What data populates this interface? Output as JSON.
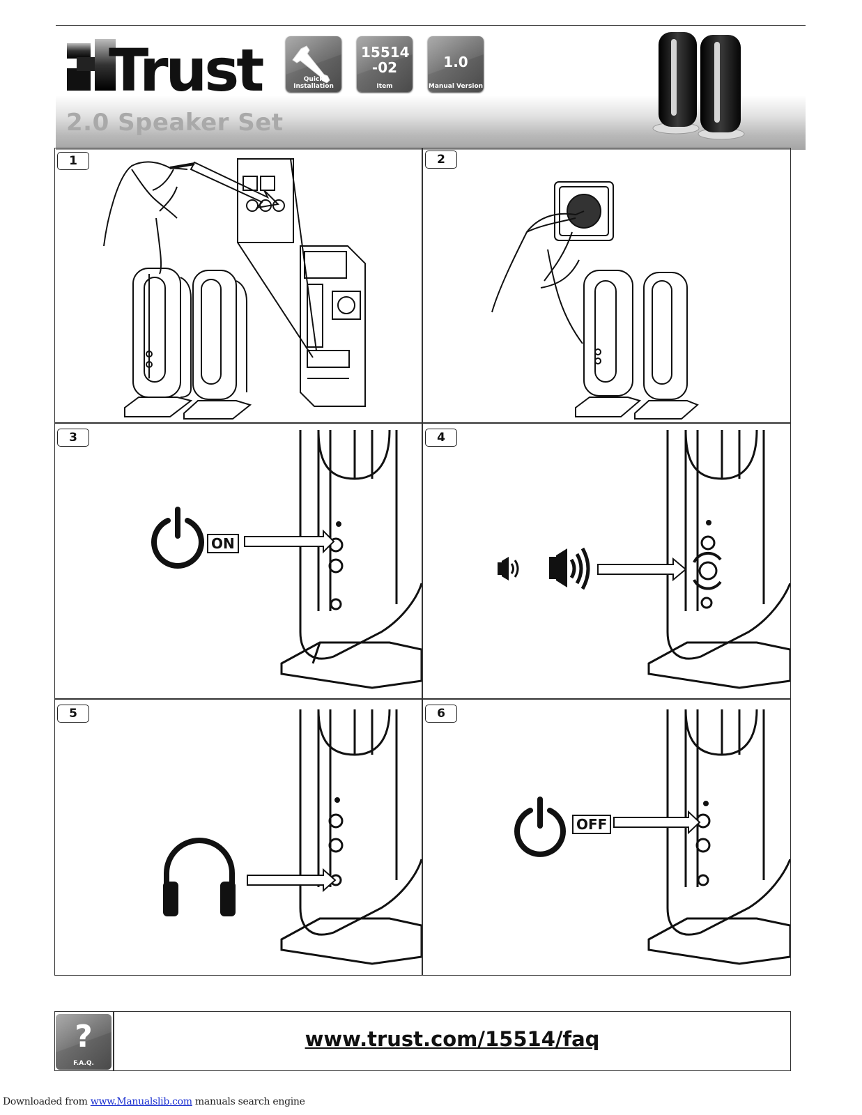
{
  "header": {
    "brand": "Trust",
    "subtitle": "2.0 Speaker Set",
    "tiles": [
      {
        "big": "",
        "small": "Quick Installation",
        "icon": "wrench-icon"
      },
      {
        "big": "15514 -02",
        "small": "Item"
      },
      {
        "big": "1.0",
        "small": "Manual Version"
      }
    ]
  },
  "steps": [
    {
      "number": "1"
    },
    {
      "number": "2"
    },
    {
      "number": "3",
      "label": "ON"
    },
    {
      "number": "4"
    },
    {
      "number": "5"
    },
    {
      "number": "6",
      "label": "OFF"
    }
  ],
  "faq": {
    "icon_symbol": "?",
    "icon_label": "F.A.Q.",
    "url": "www.trust.com/15514/faq"
  },
  "footer": {
    "prefix": "Downloaded from ",
    "link": "www.Manualslib.com",
    "suffix": " manuals search engine"
  }
}
